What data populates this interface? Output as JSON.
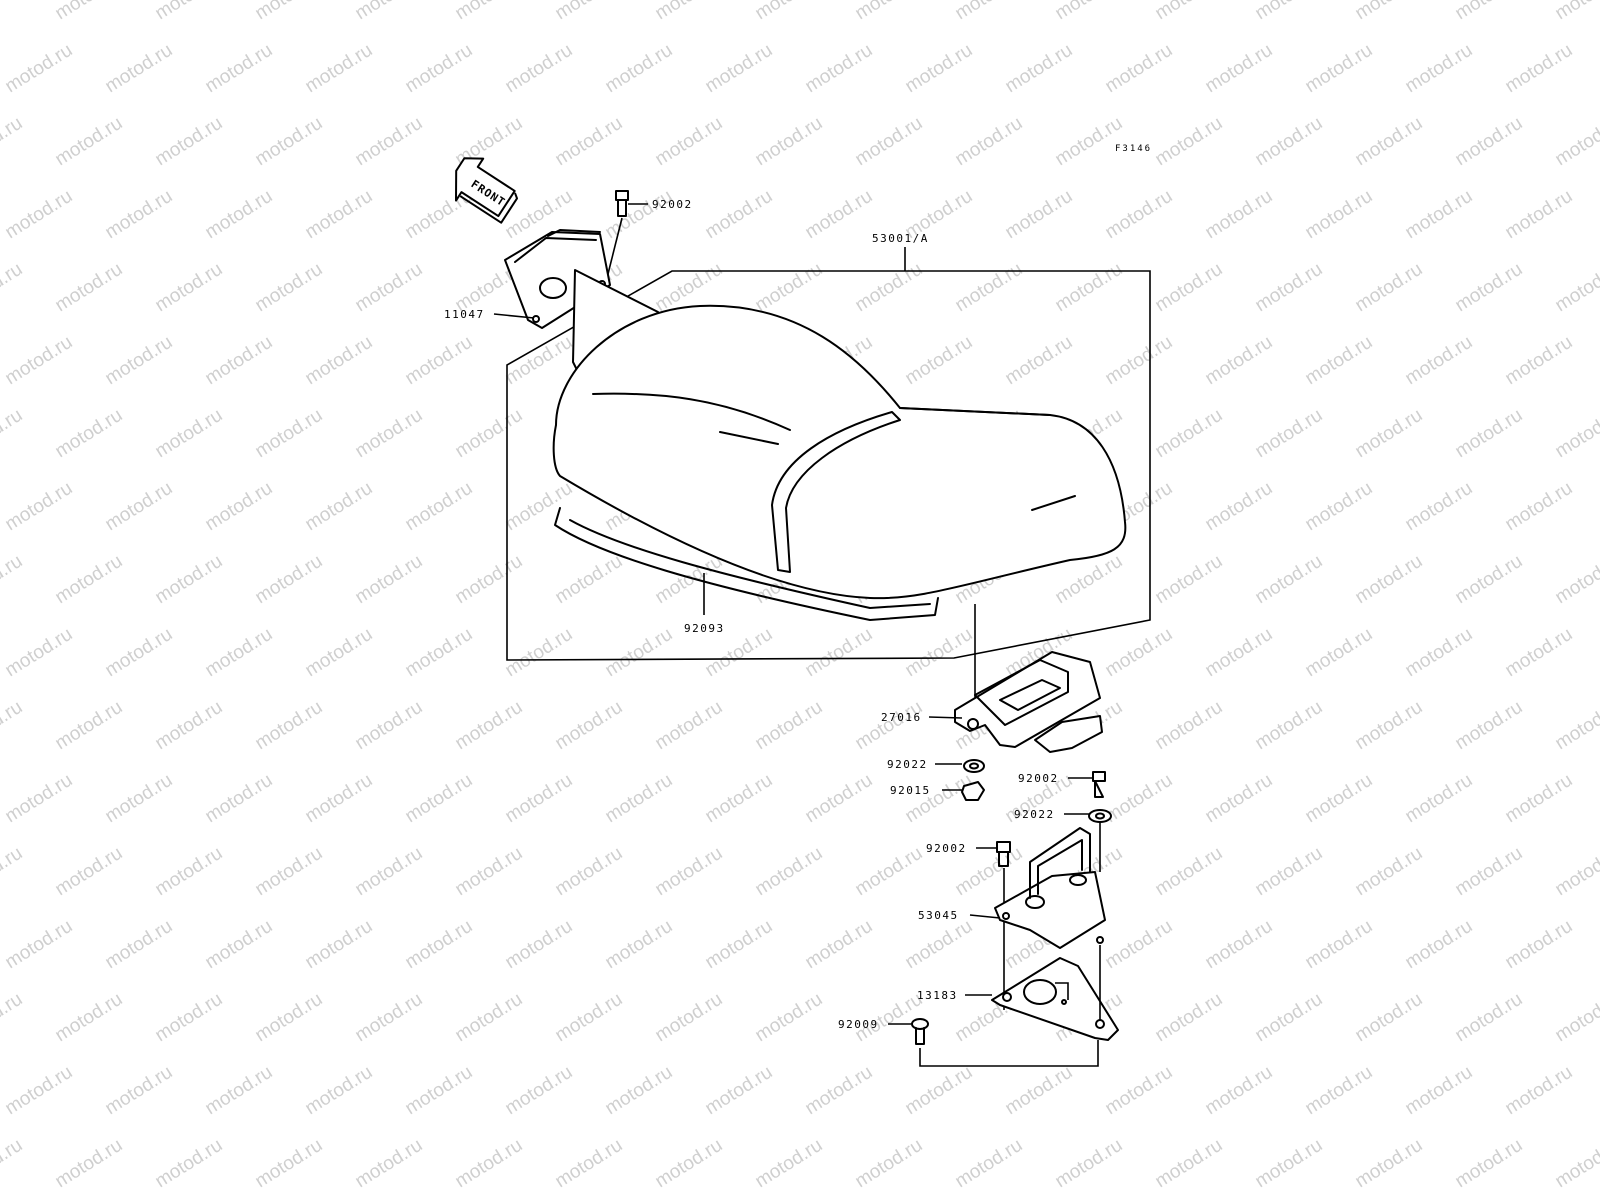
{
  "watermark": "motod.ru",
  "figure_ref": "F3146",
  "front_label": "FRONT",
  "labels": {
    "seat": "53001/A",
    "bolt_top": "92002",
    "bracket_front": "11047",
    "trim": "92093",
    "latch": "27016",
    "washer_a": "92022",
    "nut": "92015",
    "bolt_b": "92002",
    "washer_b": "92022",
    "bolt_c": "92002",
    "hook": "53045",
    "plate": "13183",
    "screw": "92009"
  }
}
